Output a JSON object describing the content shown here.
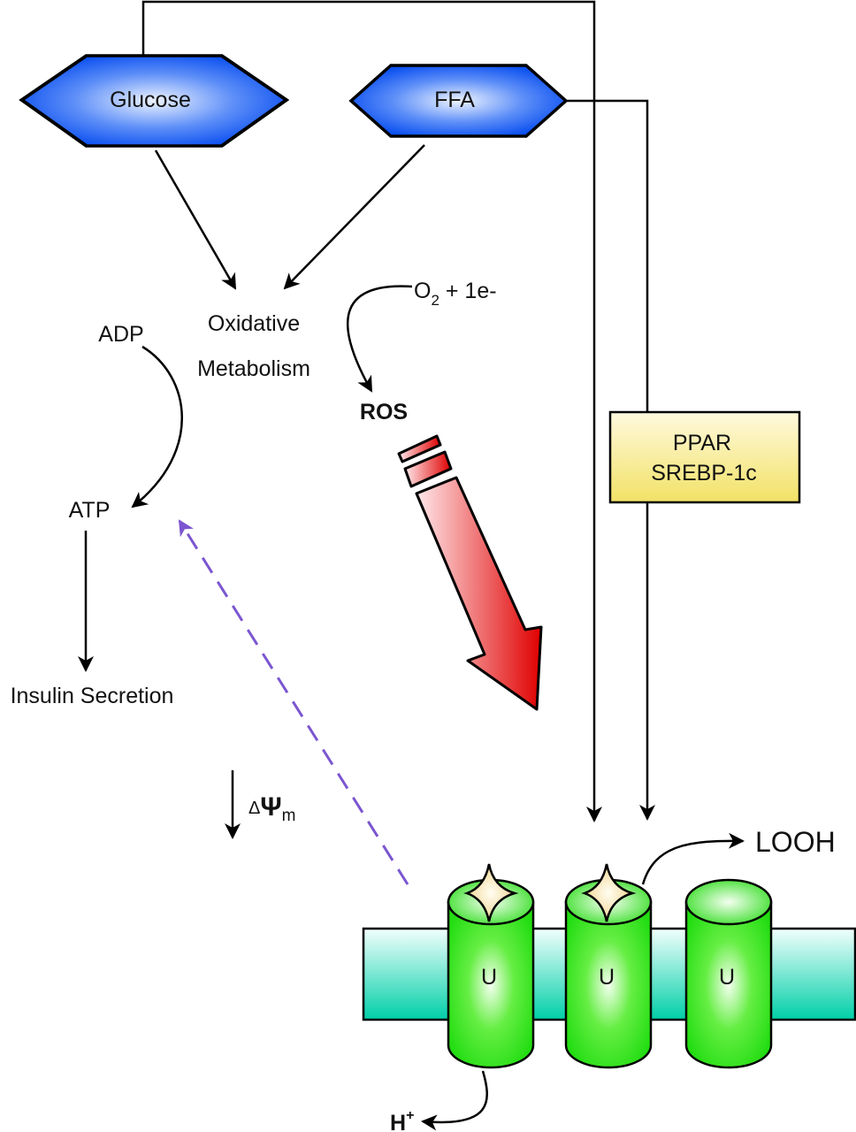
{
  "diagram": {
    "inputs": {
      "glucose": "Glucose",
      "ffa": "FFA"
    },
    "oxidative": {
      "line1": "Oxidative",
      "line2": "Metabolism"
    },
    "adp": "ADP",
    "atp": "ATP",
    "insulin": "Insulin Secretion",
    "o2": {
      "main": "O",
      "sub": "2",
      "rest": " + 1e-"
    },
    "ros": "ROS",
    "regulator": {
      "line1": "PPAR",
      "line2": "SREBP-1c"
    },
    "delta_psi": {
      "delta": "Δ",
      "psi": "Ψ",
      "sub": "m"
    },
    "looh": "LOOH",
    "proton": {
      "main": "H",
      "sup": "+"
    },
    "ucp_channels": [
      {
        "label": "U",
        "activated": true
      },
      {
        "label": "U",
        "activated": true
      },
      {
        "label": "U",
        "activated": false
      }
    ],
    "colors": {
      "hexagon": "#0a4ff0",
      "ros_arrow": "#e00000",
      "regulator_box": "#f5e87a",
      "membrane": "#00d0b0",
      "ucp": "#22dd11",
      "dashed_arrow": "#7b55d0",
      "star": "#f7dc9a"
    }
  }
}
